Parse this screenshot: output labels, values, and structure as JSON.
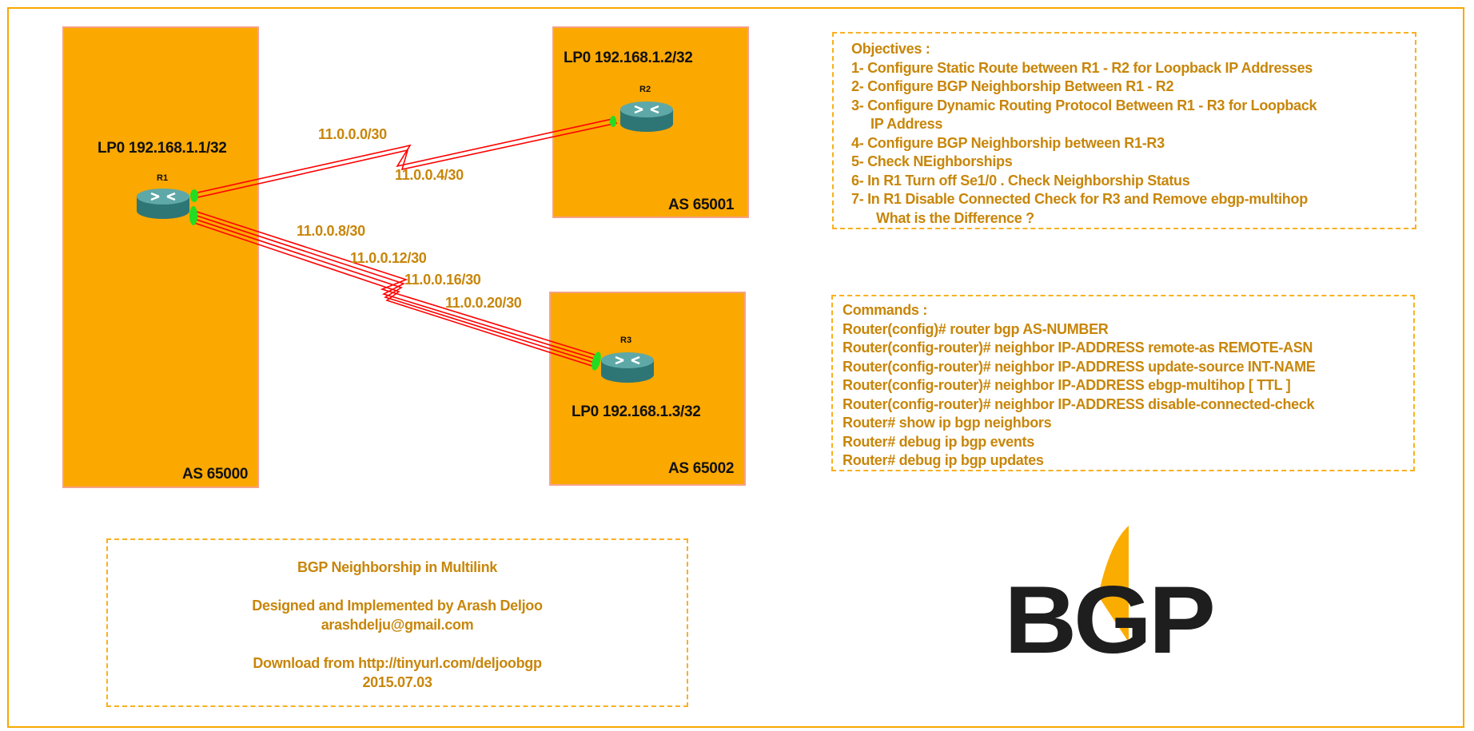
{
  "as_boxes": [
    {
      "as": "AS 65000",
      "loopback": "LP0 192.168.1.1/32",
      "router": "R1"
    },
    {
      "as": "AS 65001",
      "loopback": "LP0 192.168.1.2/32",
      "router": "R2"
    },
    {
      "as": "AS 65002",
      "loopback": "LP0 192.168.1.3/32",
      "router": "R3"
    }
  ],
  "links": [
    "11.0.0.0/30",
    "11.0.0.4/30",
    "11.0.0.8/30",
    "11.0.0.12/30",
    "11.0.0.16/30",
    "11.0.0.20/30"
  ],
  "objectives": {
    "title": "Objectives :",
    "items": [
      "1- Configure Static Route between R1 - R2 for Loopback IP Addresses",
      "2- Configure BGP Neighborship Between R1 - R2",
      "3- Configure Dynamic Routing Protocol Between R1 - R3 for Loopback",
      "IP Address",
      "4- Configure BGP Neighborship between R1-R3",
      "5- Check NEighborships",
      "6- In R1 Turn off Se1/0 . Check Neighborship Status",
      "7- In R1 Disable Connected Check for R3 and Remove ebgp-multihop",
      "What is the Difference ?"
    ]
  },
  "commands": {
    "title": "Commands :",
    "items": [
      "Router(config)# router bgp AS-NUMBER",
      "Router(config-router)# neighbor IP-ADDRESS remote-as REMOTE-ASN",
      "Router(config-router)# neighbor IP-ADDRESS update-source INT-NAME",
      "Router(config-router)# neighbor IP-ADDRESS ebgp-multihop [ TTL ]",
      "Router(config-router)# neighbor IP-ADDRESS disable-connected-check",
      "Router# show ip bgp neighbors",
      "Router# debug ip bgp events",
      "Router# debug ip bgp updates"
    ]
  },
  "credits": {
    "title": "BGP Neighborship in Multilink",
    "author": "Designed and Implemented by Arash Deljoo",
    "email": "arashdelju@gmail.com",
    "download": "Download from http://tinyurl.com/deljoobgp",
    "date": "2015.07.03"
  },
  "logo": {
    "text": "BGP"
  },
  "colors": {
    "accent": "#fba800",
    "text": "#c8860a",
    "link": "#ff0000",
    "port": "#22dd22",
    "router": "#3b8a8a"
  }
}
